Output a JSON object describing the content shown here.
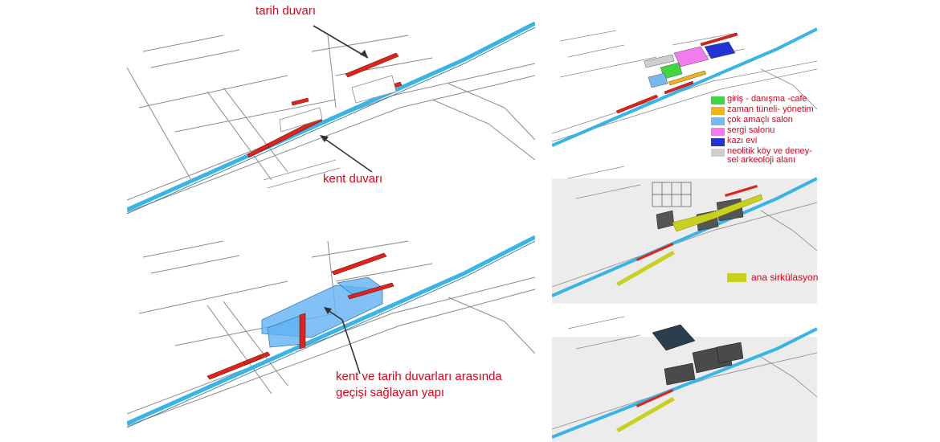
{
  "labels": {
    "history_wall": "tarih duvarı",
    "city_wall": "kent duvarı",
    "transition_line1": "kent ve tarih duvarları arasında",
    "transition_line2": "geçişi sağlayan yapı"
  },
  "legend": {
    "items": [
      {
        "label": "giriş - danışma -cafe",
        "color": "#3fd63f"
      },
      {
        "label": "zaman tüneli- yönetim",
        "color": "#f2b21c"
      },
      {
        "label": "çok amaçlı salon",
        "color": "#79b8ef"
      },
      {
        "label": "sergi salonu",
        "color": "#f07cf0"
      },
      {
        "label": "kazı evi",
        "color": "#2233d6"
      },
      {
        "label": "neolitik köy ve deney-\nsel arkeoloji alanı",
        "color": "#cfcfcf"
      }
    ]
  },
  "circulation": {
    "label": "ana sirkülasyon",
    "color": "#c8d21e"
  },
  "colors": {
    "wall_red": "#e0241b",
    "water_blue": "#38b4e6",
    "transition_blue": "#62b2f2",
    "road_line": "#777777"
  }
}
